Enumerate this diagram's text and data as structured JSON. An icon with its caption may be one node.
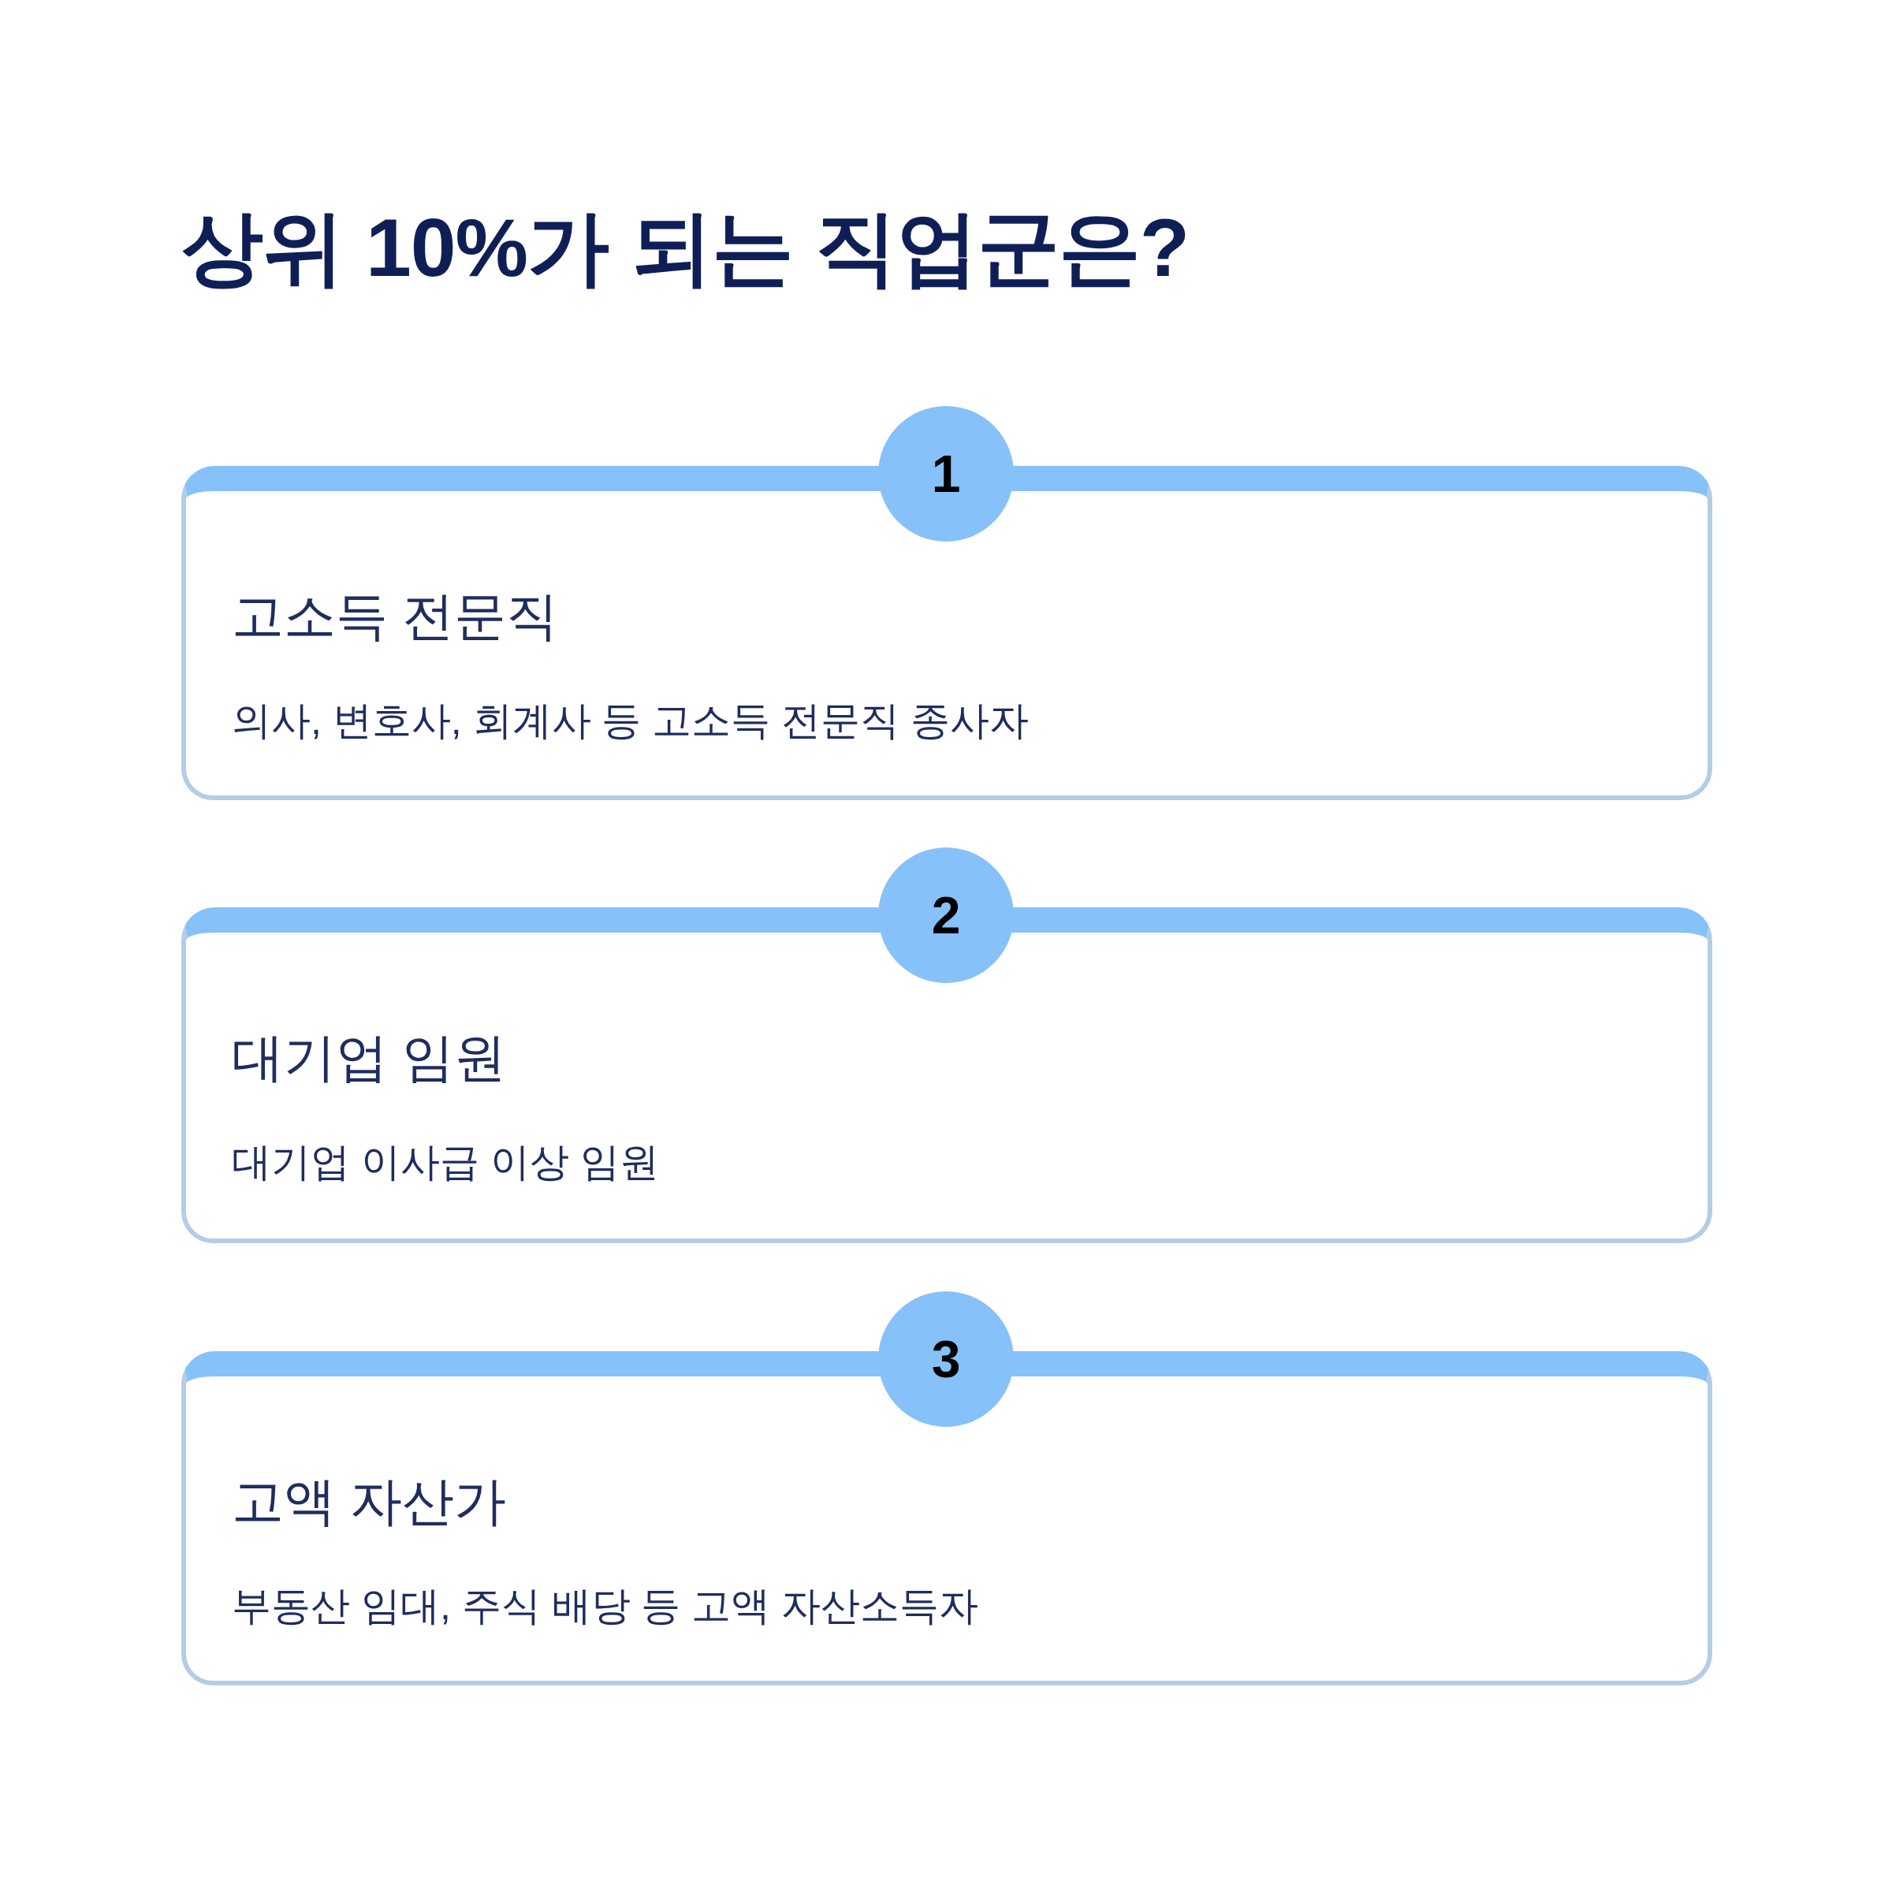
{
  "diagram": {
    "title": "상위 10%가 되는 직업군은?",
    "nodes": [
      {
        "text": [
          "1"
        ]
      },
      {
        "text": [
          "고소득 전문직",
          "의사, 변호사, 회계사 등 고소득 전문직 종사자"
        ]
      },
      {
        "text": [
          "2"
        ]
      },
      {
        "text": [
          "대기업 임원",
          "대기업 이사급 이상 임원"
        ]
      },
      {
        "text": [
          "3"
        ]
      },
      {
        "text": [
          "고액 자산가",
          "부동산 임대, 주식 배당 등 고액 자산소득자"
        ]
      }
    ]
  }
}
